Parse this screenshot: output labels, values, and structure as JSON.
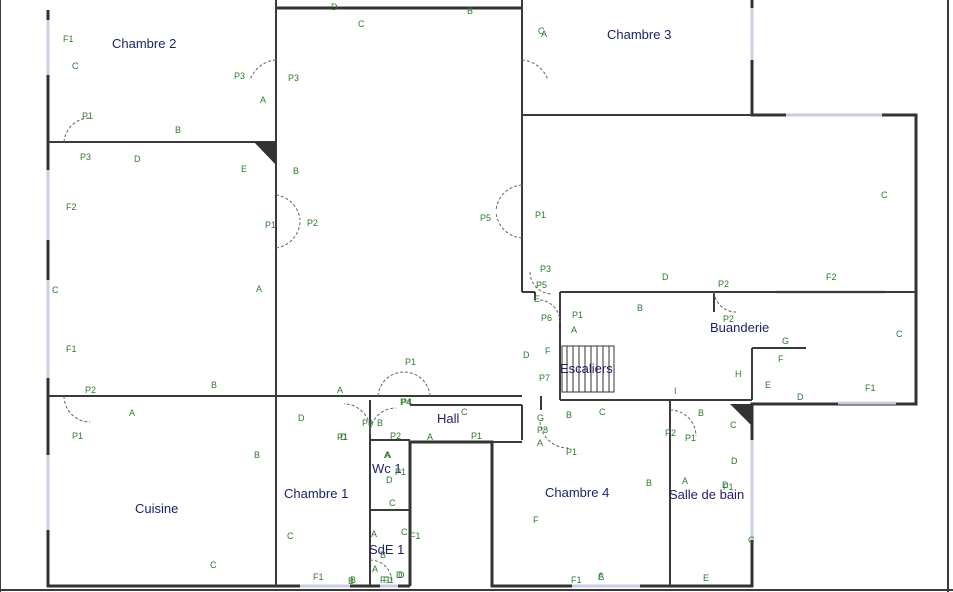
{
  "rooms": {
    "chambre2": "Chambre 2",
    "chambre3": "Chambre 3",
    "buanderie": "Buanderie",
    "escaliers": "Escaliers",
    "hall": "Hall",
    "wc1": "Wc 1",
    "cuisine": "Cuisine",
    "chambre1": "Chambre 1",
    "sde1": "SdE 1",
    "chambre4": "Chambre 4",
    "salle_de_bain": "Salle de bain"
  },
  "markers": [
    {
      "t": "D"
    },
    {
      "t": "C"
    },
    {
      "t": "B"
    },
    {
      "t": "F1"
    },
    {
      "t": "C"
    },
    {
      "t": "P3"
    },
    {
      "t": "A"
    },
    {
      "t": "P3"
    },
    {
      "t": "P1"
    },
    {
      "t": "B"
    },
    {
      "t": "P3"
    },
    {
      "t": "D"
    },
    {
      "t": "E"
    },
    {
      "t": "B"
    },
    {
      "t": "F2"
    },
    {
      "t": "P1"
    },
    {
      "t": "P2"
    },
    {
      "t": "A"
    },
    {
      "t": "C"
    },
    {
      "t": "F1"
    },
    {
      "t": "P2"
    },
    {
      "t": "B"
    },
    {
      "t": "A"
    },
    {
      "t": "P1"
    },
    {
      "t": "D"
    },
    {
      "t": "B"
    },
    {
      "t": "C"
    },
    {
      "t": "C"
    },
    {
      "t": "F1"
    },
    {
      "t": "A"
    },
    {
      "t": "A"
    },
    {
      "t": "P1"
    },
    {
      "t": "P4"
    },
    {
      "t": "D"
    },
    {
      "t": "D"
    },
    {
      "t": "B"
    },
    {
      "t": "F1"
    },
    {
      "t": "C"
    },
    {
      "t": "A"
    },
    {
      "t": "P5"
    },
    {
      "t": "P1"
    },
    {
      "t": "P3"
    },
    {
      "t": "P5"
    },
    {
      "t": "E"
    },
    {
      "t": "D"
    },
    {
      "t": "P2"
    },
    {
      "t": "F2"
    },
    {
      "t": "P6"
    },
    {
      "t": "P1"
    },
    {
      "t": "A"
    },
    {
      "t": "B"
    },
    {
      "t": "P2"
    },
    {
      "t": "C"
    },
    {
      "t": "G"
    },
    {
      "t": "F"
    },
    {
      "t": "D"
    },
    {
      "t": "F"
    },
    {
      "t": "P7"
    },
    {
      "t": "H"
    },
    {
      "t": "E"
    },
    {
      "t": "D"
    },
    {
      "t": "F1"
    },
    {
      "t": "I"
    },
    {
      "t": "B"
    },
    {
      "t": "C"
    },
    {
      "t": "P1"
    },
    {
      "t": "P4"
    },
    {
      "t": "A"
    },
    {
      "t": "P1"
    },
    {
      "t": "P3"
    },
    {
      "t": "B"
    },
    {
      "t": "C"
    },
    {
      "t": "P2"
    },
    {
      "t": "A"
    },
    {
      "t": "P1"
    },
    {
      "t": "G"
    },
    {
      "t": "P8"
    },
    {
      "t": "A"
    },
    {
      "t": "P1"
    },
    {
      "t": "B"
    },
    {
      "t": "P2"
    },
    {
      "t": "P1"
    },
    {
      "t": "C"
    },
    {
      "t": "D"
    },
    {
      "t": "A"
    },
    {
      "t": "B"
    },
    {
      "t": "D"
    },
    {
      "t": "C"
    },
    {
      "t": "F"
    },
    {
      "t": "A"
    },
    {
      "t": "F1"
    },
    {
      "t": "F1"
    },
    {
      "t": "E"
    },
    {
      "t": "E"
    },
    {
      "t": "C"
    },
    {
      "t": "F1"
    },
    {
      "t": "B"
    },
    {
      "t": "A"
    },
    {
      "t": "F1"
    },
    {
      "t": "D"
    },
    {
      "t": "B"
    },
    {
      "t": "C"
    },
    {
      "t": "C"
    },
    {
      "t": "A"
    },
    {
      "t": "D"
    }
  ]
}
